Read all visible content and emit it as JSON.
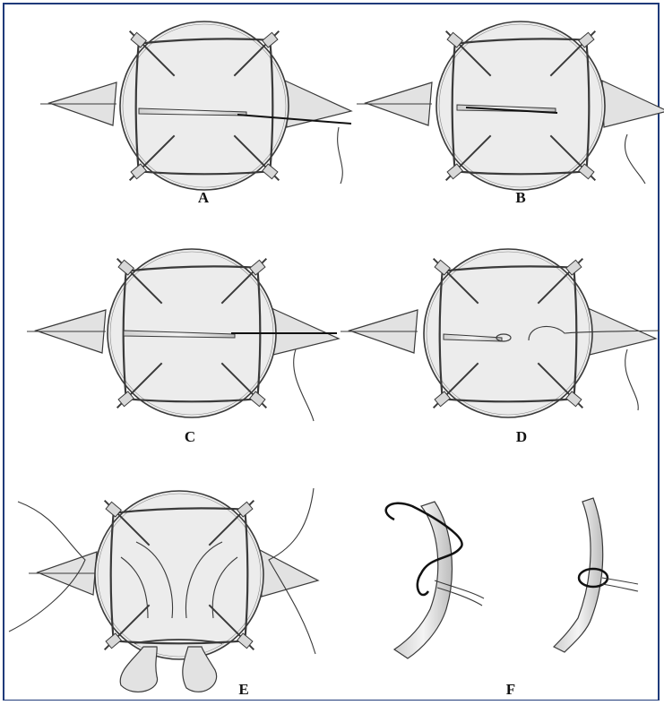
{
  "figure": {
    "panels": [
      {
        "id": "A",
        "label": "A"
      },
      {
        "id": "B",
        "label": "B"
      },
      {
        "id": "C",
        "label": "C"
      },
      {
        "id": "D",
        "label": "D"
      },
      {
        "id": "E",
        "label": "E"
      },
      {
        "id": "F",
        "label": "F"
      }
    ]
  },
  "colors": {
    "frame_border": "#1f3a7a",
    "sketch_stroke": "#3a3a3a",
    "sketch_fill": "#ececec",
    "flap_fill": "#e2e2e2"
  }
}
